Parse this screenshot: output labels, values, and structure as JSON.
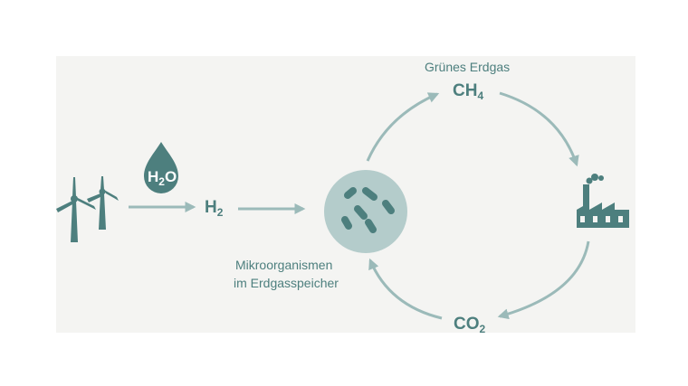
{
  "colors": {
    "teal_dark": "#4d7f7e",
    "teal_arrow": "#9bbab9",
    "cell_fill": "#b4cccb",
    "panel_bg": "#f4f4f2"
  },
  "icons": [
    "wind-turbine-icon",
    "water-drop-icon",
    "microorganism-cell-icon",
    "factory-icon"
  ],
  "labels": {
    "green_gas": "Grünes Erdgas",
    "micro_line1": "Mikroorganismen",
    "micro_line2": "im Erdgasspeicher"
  },
  "formulas": {
    "water": {
      "base1": "H",
      "sub": "2",
      "base2": "O"
    },
    "hydrogen": {
      "base": "H",
      "sub": "2"
    },
    "methane": {
      "base": "CH",
      "sub": "4"
    },
    "co2": {
      "base": "CO",
      "sub": "2"
    }
  }
}
